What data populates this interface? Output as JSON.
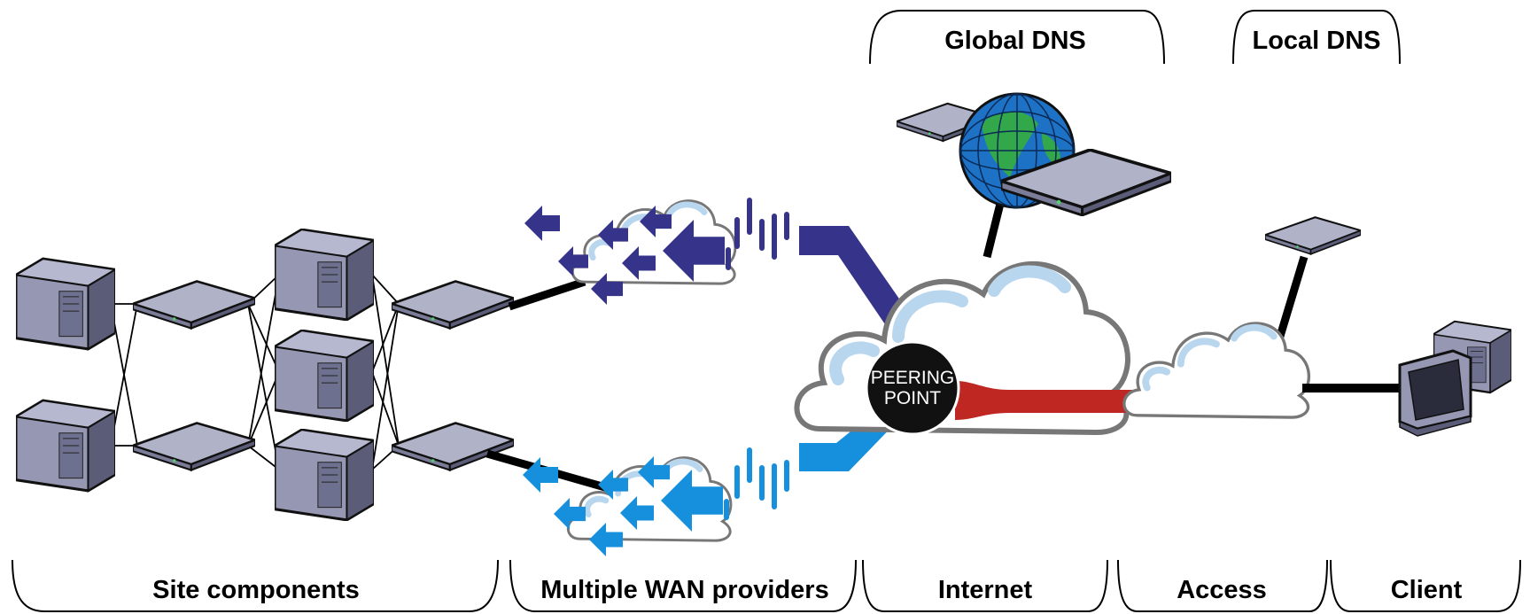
{
  "top_labels": {
    "global_dns": "Global DNS",
    "local_dns": "Local DNS"
  },
  "bottom_labels": {
    "site_components": "Site components",
    "wan_providers": "Multiple WAN providers",
    "internet": "Internet",
    "access": "Access",
    "client": "Client"
  },
  "peering_point": {
    "line1": "PEERING",
    "line2": "POINT"
  },
  "colors": {
    "wan_top": "#36338a",
    "wan_bottom": "#1690dc",
    "access_link": "#bf2722",
    "device_fill": "#9698b3",
    "device_dark": "#5b5d78",
    "cloud_shadow": "#b9d6ef",
    "globe_ocean": "#1e72c6",
    "globe_land": "#32a84a"
  },
  "icons": [
    "server-icon",
    "switch-icon",
    "cloud-icon",
    "globe-icon",
    "monitor-icon",
    "arrow-icon"
  ]
}
